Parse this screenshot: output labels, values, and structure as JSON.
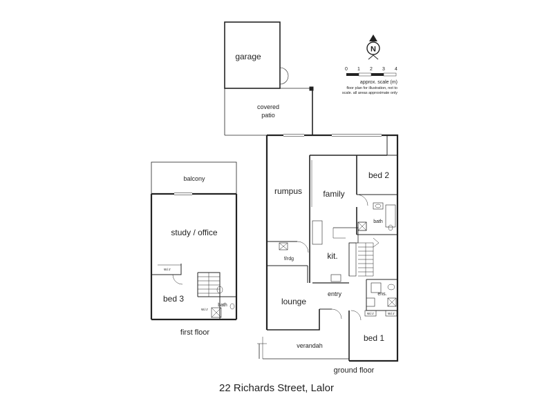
{
  "rooms": {
    "garage": "garage",
    "covered_patio_1": "covered",
    "covered_patio_2": "patio",
    "balcony": "balcony",
    "study_office": "study / office",
    "bed3": "bed 3",
    "rumpus": "rumpus",
    "family": "family",
    "bed2": "bed 2",
    "bath_ground": "bath",
    "kit": "kit.",
    "lounge": "lounge",
    "entry": "entry",
    "verandah": "verandah",
    "bed1": "bed 1",
    "ens": "ens.",
    "bath_first": "bath",
    "frdg": "f/rdg",
    "wir_first": "w.i.r",
    "wir_ground": "w.i.r",
    "wir_bed1_a": "w.i.r",
    "wir_bed1_b": "w.i.r"
  },
  "captions": {
    "first_floor": "first floor",
    "ground_floor": "ground floor",
    "address": "22 Richards Street, Lalor"
  },
  "scale": {
    "ticks": [
      "0",
      "1",
      "2",
      "3",
      "4"
    ],
    "label": "approx. scale (m)",
    "note_1": "floor plan for illustration, not to",
    "note_2": "scale. all areas approximate only"
  },
  "north": "N"
}
